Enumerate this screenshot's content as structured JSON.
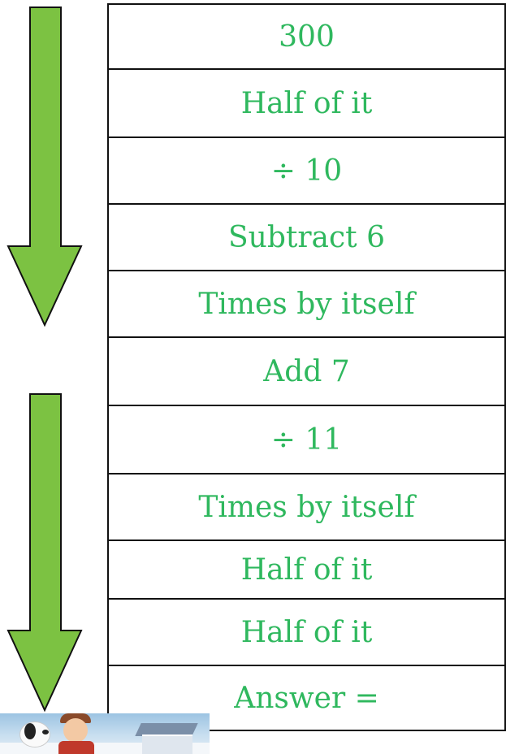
{
  "colors": {
    "text_green": "#2fb85e",
    "arrow_fill": "#7cc242",
    "arrow_stroke": "#111111",
    "border": "#111111"
  },
  "steps": [
    {
      "label": "300"
    },
    {
      "label": "Half of it"
    },
    {
      "label": "÷ 10"
    },
    {
      "label": "Subtract 6"
    },
    {
      "label": "Times by itself"
    },
    {
      "label": "Add 7"
    },
    {
      "label": "÷ 11"
    },
    {
      "label": "Times by itself"
    },
    {
      "label": "Half of it"
    },
    {
      "label": "Half of it"
    },
    {
      "label": "Answer ="
    }
  ],
  "thumbnail": {
    "icon": "peanuts-snow-scene-image"
  }
}
